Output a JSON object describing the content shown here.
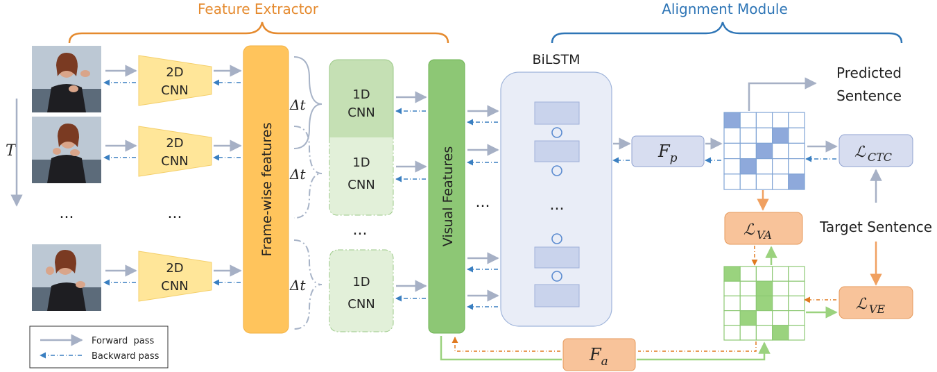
{
  "feature_extractor": {
    "title": "Feature Extractor",
    "cnn2d_label": [
      "2D",
      "CNN"
    ],
    "framewise_label": "Frame-wise features",
    "cnn1d_label": [
      "1D",
      "CNN"
    ],
    "delta_t": "Δt",
    "visual_features_label": "Visual Features",
    "ellipsis": "...",
    "time_axis": "T"
  },
  "alignment_module": {
    "title": "Alignment Module",
    "bilstm_title": "BiLSTM",
    "fp": {
      "main": "F",
      "sub": "p"
    },
    "fa": {
      "main": "F",
      "sub": "a"
    },
    "loss_ctc": {
      "main": "ℒ",
      "sub": "CTC"
    },
    "loss_va": {
      "main": "ℒ",
      "sub": "VA"
    },
    "loss_ve": {
      "main": "ℒ",
      "sub": "VE"
    },
    "predicted_sentence": [
      "Predicted",
      "Sentence"
    ],
    "target_sentence": "Target Sentence"
  },
  "legend": {
    "forward": "Forward  pass",
    "backward": "Backward pass"
  },
  "colors": {
    "orange_brace": "#E58A2E",
    "blue_brace": "#2E75B6",
    "cnn2d_fill": "#FFE699",
    "framewise_fill": "#FFC45C",
    "cnn1d_fill": "#C5E0B4",
    "cnn1d_light": "#E2F0D9",
    "visual_fill": "#8DC775",
    "bilstm_fill": "#E9EDF7",
    "cell_fill": "#C9D3EC",
    "loss_blue": "#D7DDF0",
    "loss_orange": "#F8C39A",
    "arrow_gray": "#A6B0C5",
    "arrow_blue": "#3A7FC1"
  },
  "matrices": {
    "top_filled": [
      [
        0,
        0
      ],
      [
        1,
        3
      ],
      [
        2,
        2
      ],
      [
        3,
        1
      ],
      [
        4,
        4
      ]
    ],
    "bottom_filled": [
      [
        0,
        0
      ],
      [
        1,
        2
      ],
      [
        2,
        2
      ],
      [
        3,
        1
      ],
      [
        4,
        3
      ]
    ]
  }
}
